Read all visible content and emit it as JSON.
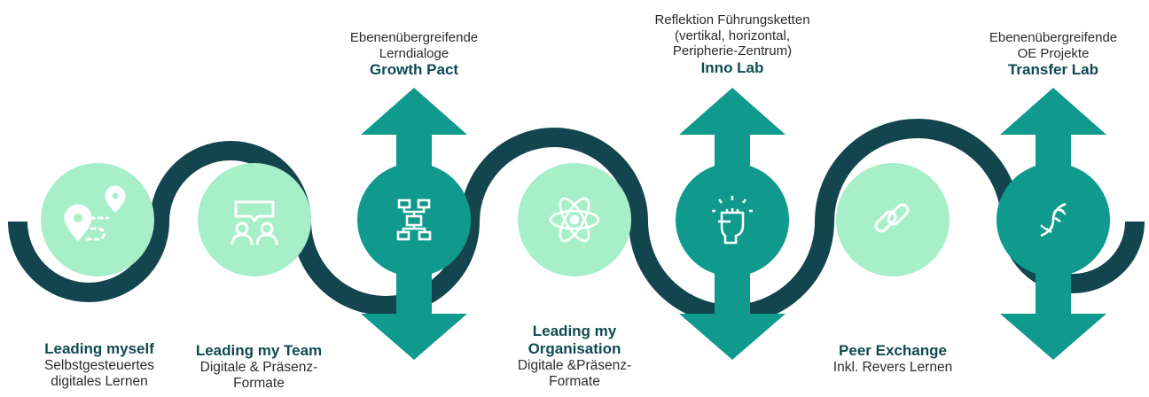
{
  "colors": {
    "dark_wave": "#12454d",
    "teal": "#0f9a8d",
    "light_green": "#a7efc9",
    "title_text": "#0f4a52",
    "body_text": "#2b2b2b"
  },
  "bottom_items": [
    {
      "title": "Leading myself",
      "desc": [
        "Selbstgesteuertes",
        "digitales Lernen"
      ],
      "icon": "map-route-icon"
    },
    {
      "title": "Leading my Team",
      "desc": [
        "Digitale & Präsenz-",
        "Formate"
      ],
      "icon": "team-chat-icon"
    },
    {
      "title": [
        "Leading my",
        "Organisation"
      ],
      "desc": [
        "Digitale &Präsenz-",
        "Formate"
      ],
      "icon": "atom-icon"
    },
    {
      "title": "Peer Exchange",
      "desc": [
        "Inkl. Revers Lernen"
      ],
      "icon": "chain-link-icon"
    }
  ],
  "top_items": [
    {
      "title": "Growth Pact",
      "desc": [
        "Ebenenübergreifende",
        "Lerndialoge"
      ],
      "icon": "org-chart-icon"
    },
    {
      "title": "Inno Lab",
      "desc": [
        "Reflektion Führungsketten",
        "(vertikal, horizontal,",
        "Peripherie-Zentrum)"
      ],
      "icon": "raised-fist-icon"
    },
    {
      "title": "Transfer Lab",
      "desc": [
        "Ebenenübergreifende",
        "OE Projekte"
      ],
      "icon": "dna-icon"
    }
  ]
}
